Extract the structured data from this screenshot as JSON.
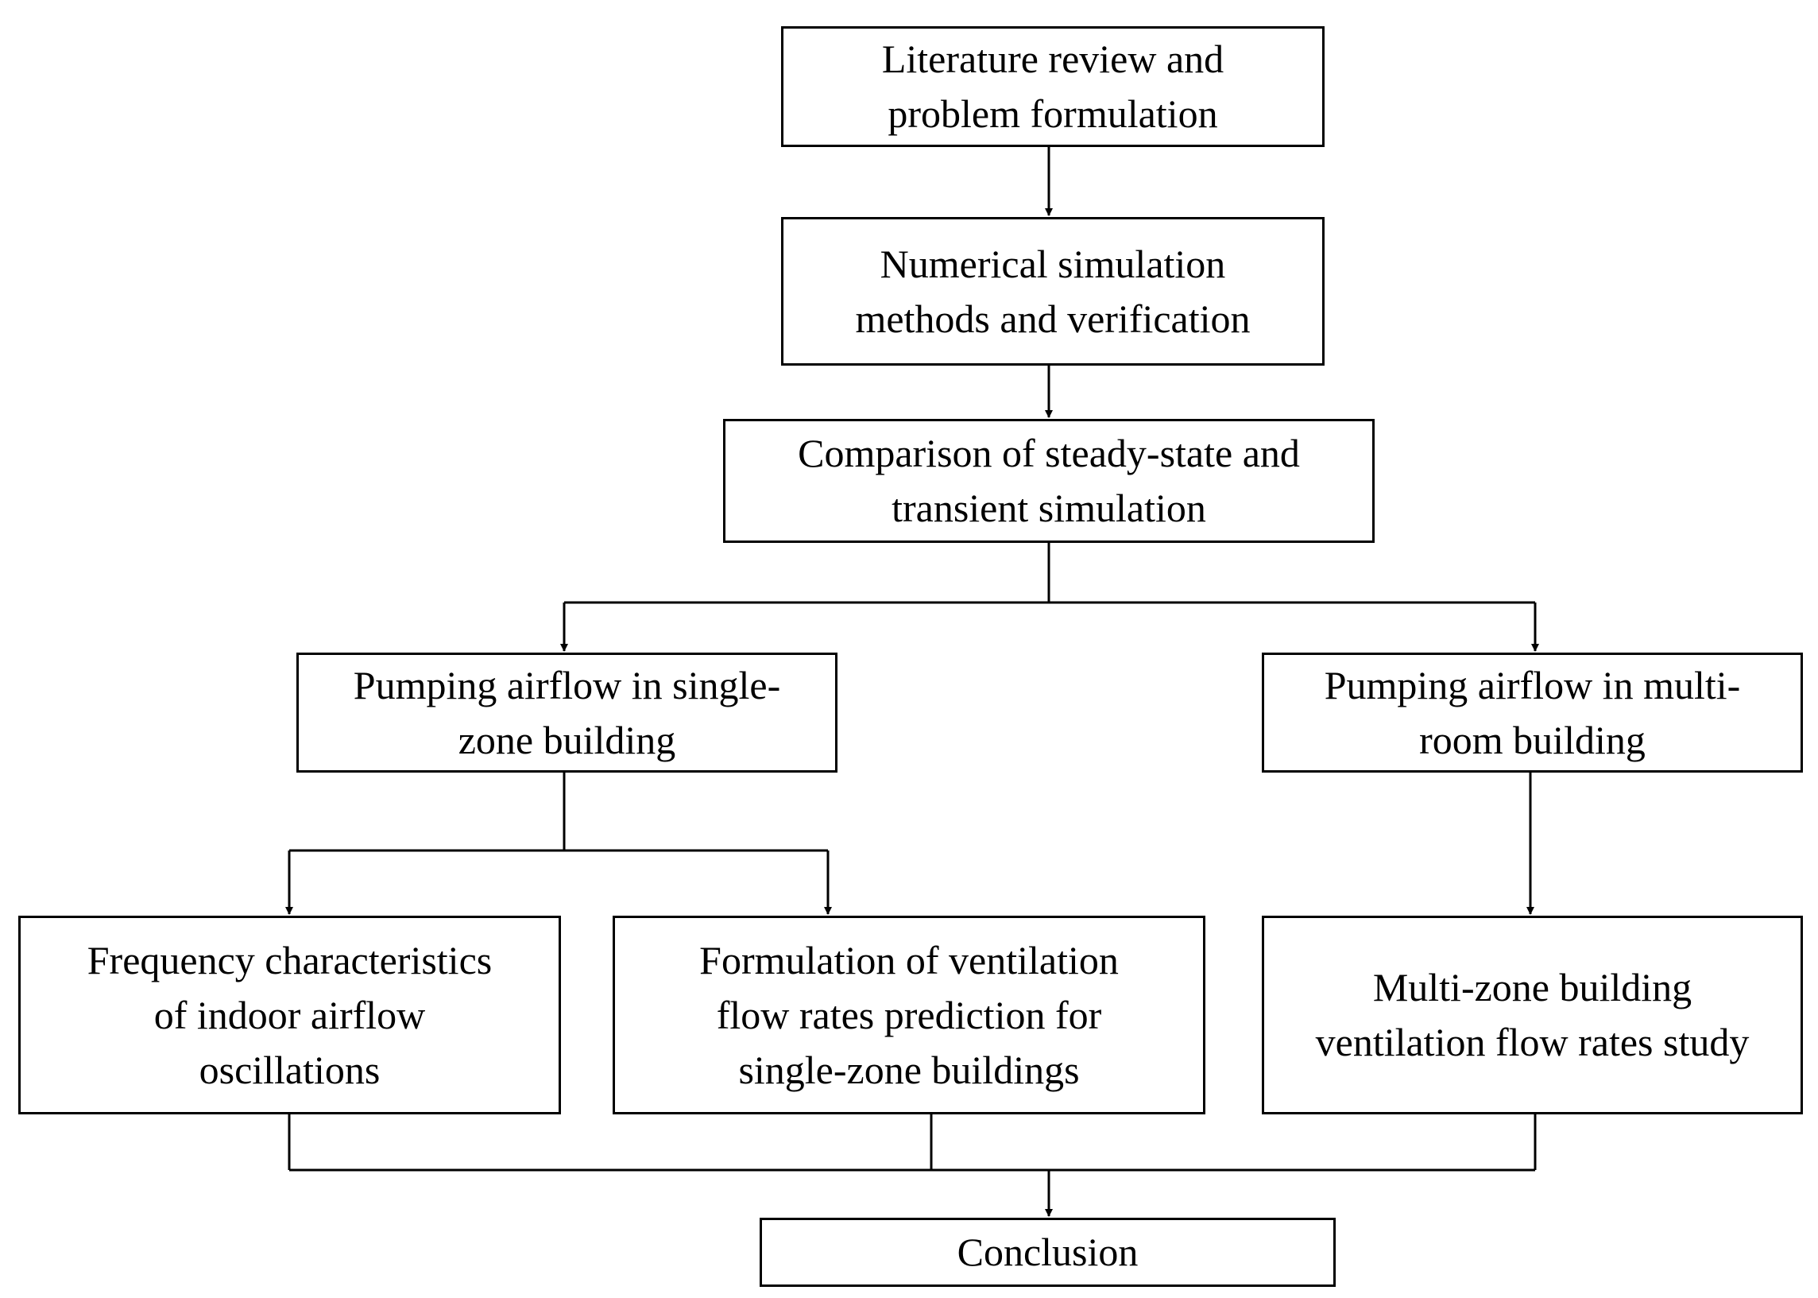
{
  "diagram": {
    "boxes": {
      "literature": "Literature review and\nproblem formulation",
      "numerical": "Numerical simulation\nmethods and  verification",
      "comparison": "Comparison of steady-state and\ntransient simulation",
      "single_zone": "Pumping airflow in single-\nzone building",
      "multi_room": "Pumping airflow in multi-\nroom building",
      "frequency": "Frequency characteristics\nof indoor airflow\noscillations",
      "formulation": "Formulation of ventilation\nflow rates prediction for\nsingle-zone buildings",
      "multi_zone_study": "Multi-zone building\nventilation flow rates study",
      "conclusion": "Conclusion"
    },
    "line_color": "#000000",
    "box_border_color": "#000000",
    "background_color": "#ffffff"
  }
}
